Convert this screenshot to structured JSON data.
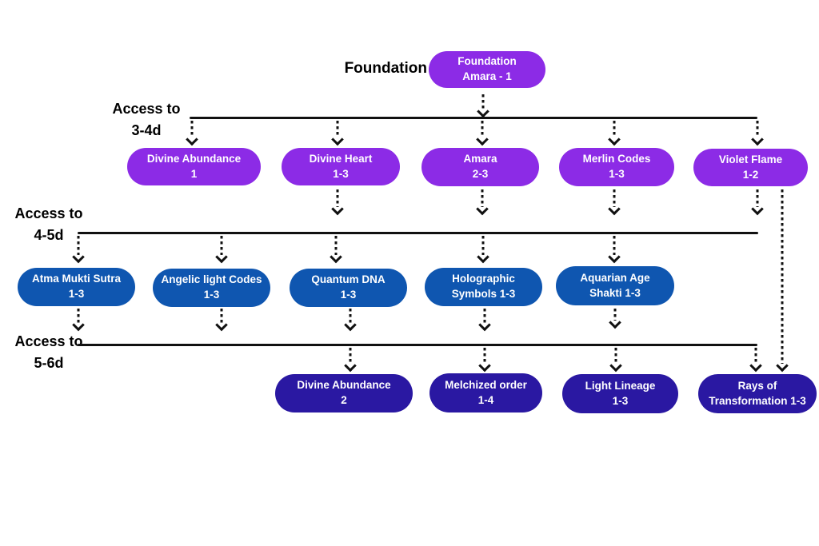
{
  "colors": {
    "level1_pill": "#8c2be6",
    "level2_pill": "#0f56b0",
    "level3_pill": "#2a18a2",
    "connector": "#111111",
    "pill_text": "#ffffff",
    "label_text": "#000000"
  },
  "foundation": {
    "label": "Foundation",
    "node": {
      "line1": "Foundation",
      "line2": "Amara - 1"
    }
  },
  "levels": [
    {
      "label_line1": "Access to",
      "label_line2": "3-4d"
    },
    {
      "label_line1": "Access to",
      "label_line2": "4-5d"
    },
    {
      "label_line1": "Access to",
      "label_line2": "5-6d"
    }
  ],
  "rows": [
    {
      "pills": [
        {
          "line1": "Divine Abundance",
          "line2": "1"
        },
        {
          "line1": "Divine Heart",
          "line2": "1-3"
        },
        {
          "line1": "Amara",
          "line2": "2-3"
        },
        {
          "line1": "Merlin Codes",
          "line2": "1-3"
        },
        {
          "line1": "Violet Flame",
          "line2": "1-2"
        }
      ]
    },
    {
      "pills": [
        {
          "line1": "Atma Mukti Sutra",
          "line2": "1-3"
        },
        {
          "line1": "Angelic light Codes",
          "line2": "1-3"
        },
        {
          "line1": "Quantum DNA",
          "line2": "1-3"
        },
        {
          "line1": "Holographic",
          "line2": "Symbols 1-3"
        },
        {
          "line1": "Aquarian Age",
          "line2": "Shakti 1-3"
        }
      ]
    },
    {
      "pills": [
        {
          "line1": "Divine Abundance",
          "line2": "2"
        },
        {
          "line1": "Melchized order",
          "line2": "1-4"
        },
        {
          "line1": "Light Lineage",
          "line2": "1-3"
        },
        {
          "line1": "Rays of",
          "line2": "Transformation 1-3"
        }
      ]
    }
  ]
}
